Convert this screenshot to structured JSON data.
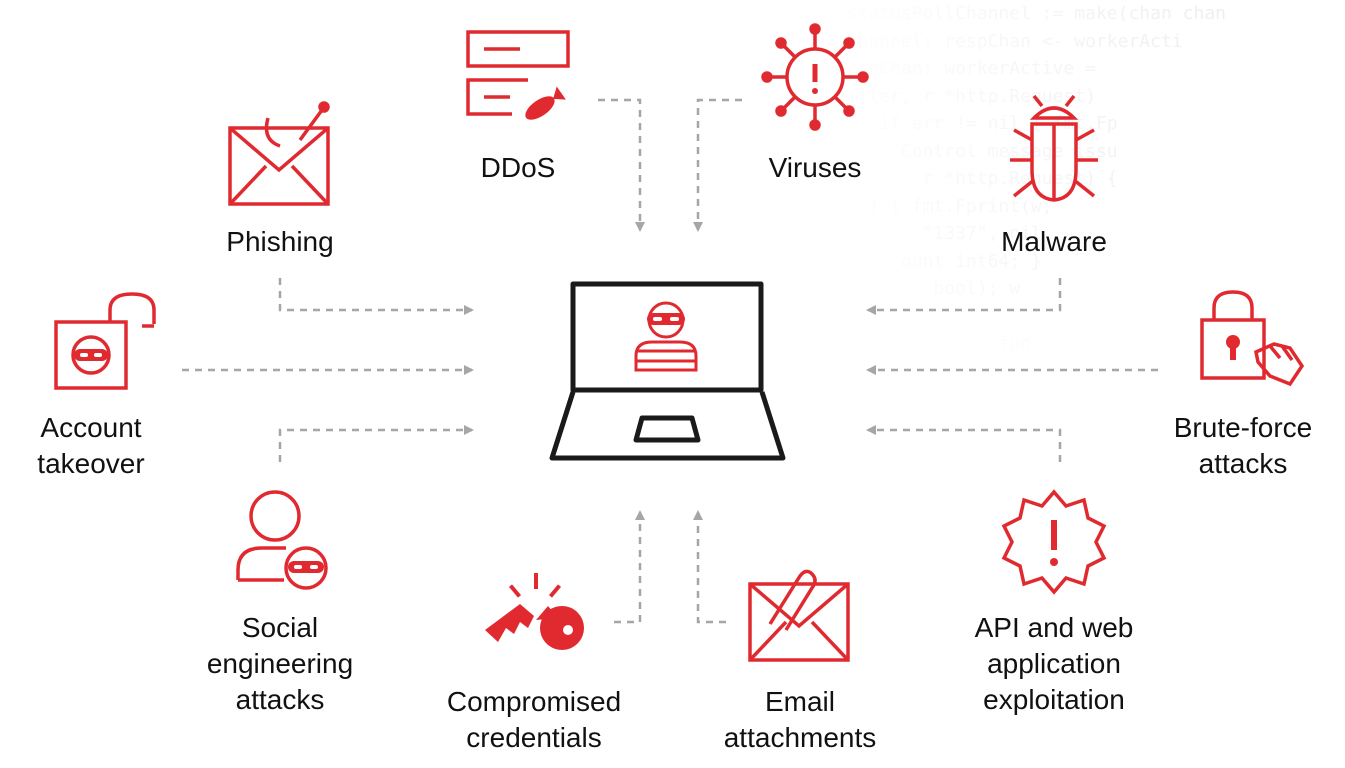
{
  "colors": {
    "accent": "#e02a30",
    "dark": "#1a1a1a",
    "arrow": "#a6a6a6",
    "code": "#e6e6e6"
  },
  "code_lines": [
    "        statusPollChannel := make(chan chan",
    "        Channel: respChan <- workerActi",
    "   CompleteChan: workerActive =",
    "        riter, r *http.Request)",
    "           if err != nil { fmt.Fp",
    "             Control message issu",
    "               r *http.Request) {",
    "          ) { fmt.Fprint(w,",
    "               \"1337\", nil",
    "             ount int64; }",
    "                bool); w",
    "",
    "                      fun"
  ],
  "labels": {
    "ddos": "DDoS",
    "viruses": "Viruses",
    "phishing": "Phishing",
    "malware": "Malware",
    "account_takeover": [
      "Account",
      "takeover"
    ],
    "brute_force": [
      "Brute-force",
      "attacks"
    ],
    "social_engineering": [
      "Social",
      "engineering",
      "attacks"
    ],
    "compromised_credentials": [
      "Compromised",
      "credentials"
    ],
    "email_attachments": [
      "Email",
      "attachments"
    ],
    "api_exploitation": [
      "API and web",
      "application",
      "exploitation"
    ]
  }
}
